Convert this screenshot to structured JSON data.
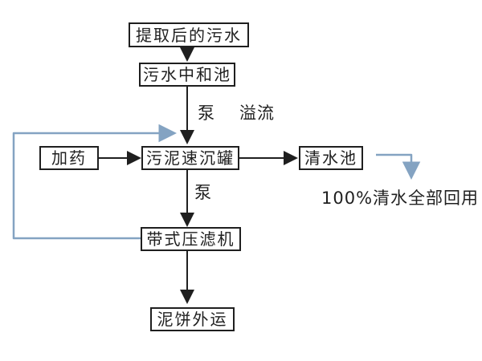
{
  "colors": {
    "line_black": "#1f1f1f",
    "line_blue": "#84a3c2",
    "box_border": "#1f1f1f",
    "text": "#1f1f1f",
    "background": "#ffffff"
  },
  "nodes": {
    "extracted_wastewater": "提取后的污水",
    "neutralization_pool": "污水中和池",
    "dosing": "加药",
    "sludge_settling_tank": "污泥速沉罐",
    "clean_water_pool": "清水池",
    "belt_filter_press": "带式压滤机",
    "mud_cake_out": "泥饼外运"
  },
  "labels": {
    "pump_upper": "泵",
    "overflow": "溢流",
    "pump_lower": "泵",
    "reuse_note": "100%清水全部回用"
  }
}
